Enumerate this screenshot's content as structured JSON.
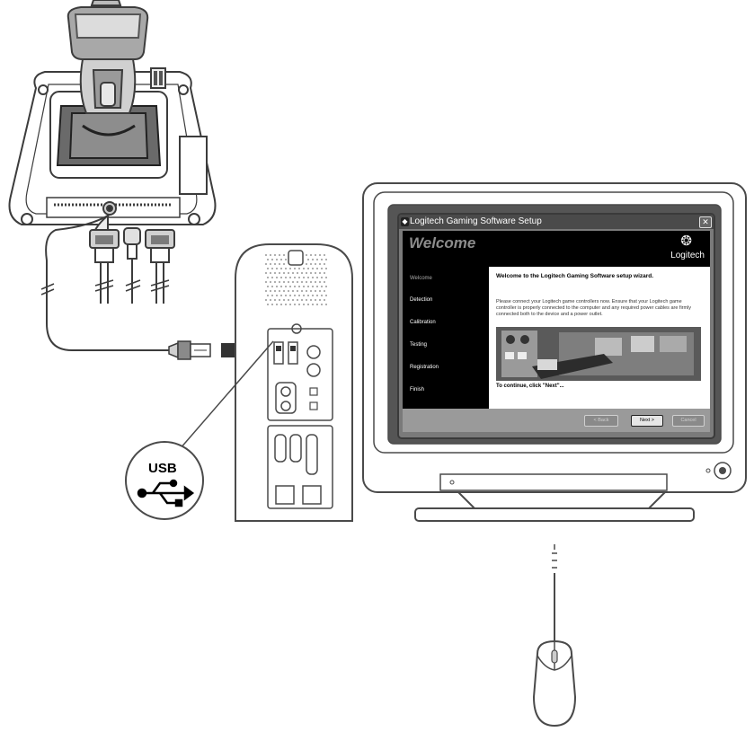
{
  "dialog": {
    "window_title": "Logitech Gaming Software Setup",
    "close_glyph": "✕",
    "header_title": "Welcome",
    "logo_text": "Logitech",
    "logo_icon": "logitech-logo-icon",
    "steps": [
      "Welcome",
      "Detection",
      "Calibration",
      "Testing",
      "Registration",
      "Finish"
    ],
    "active_step": "Welcome",
    "content_title": "Welcome to the Logitech Gaming Software setup wizard.",
    "content_body": "Please connect your Logitech game controllers now.  Ensure that your Logitech game controller is properly connected to the computer and any required power cables are firmly connected both to the device and a power outlet.",
    "content_footer": "To continue, click \"Next\"...",
    "buttons": {
      "back": "< Back",
      "next": "Next >",
      "cancel": "Cancel"
    }
  },
  "usb_callout": {
    "label": "USB",
    "icon": "usb-trident-icon"
  },
  "colors": {
    "outline": "#4a4a4a",
    "dialog_black": "#000000",
    "arrow": "#333333"
  }
}
